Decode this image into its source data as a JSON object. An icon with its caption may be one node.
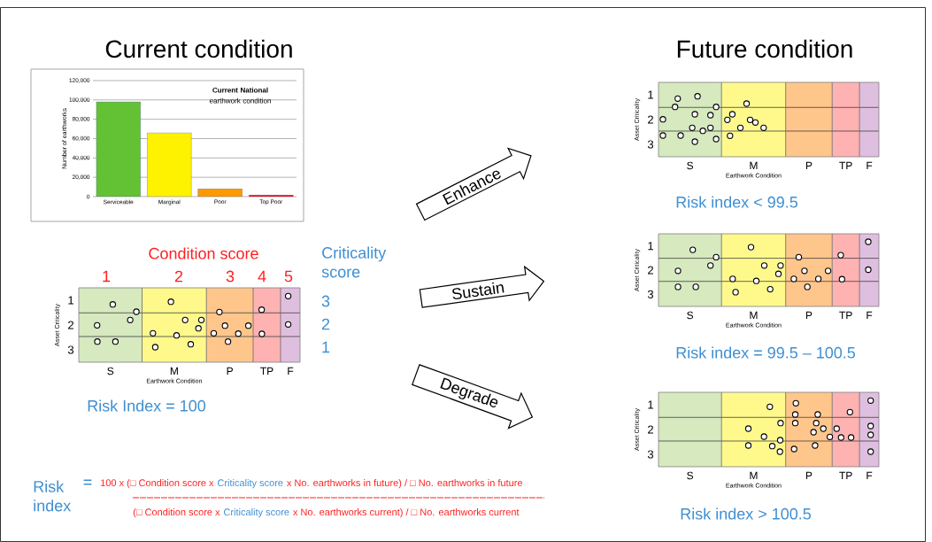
{
  "diagram": {
    "nodes": [
      {
        "text": [
          "Enhance"
        ]
      },
      {
        "text": [
          "Sustain"
        ]
      },
      {
        "text": [
          "Degrade"
        ]
      }
    ],
    "labels": [
      "Current condition",
      "Future condition",
      "Condition score",
      "1",
      "2",
      "3",
      "4",
      "5",
      "Criticality score",
      "3",
      "2",
      "1",
      "1",
      "2",
      "3",
      "Asset Criticality",
      "S",
      "M",
      "P",
      "TP",
      "F",
      "Earthwork Condition",
      "Risk Index = 100",
      "1",
      "2",
      "3",
      "Asset Criticality",
      "S",
      "M",
      "P",
      "TP",
      "F",
      "Earthwork Condition",
      "Risk index < 99.5",
      "1",
      "2",
      "3",
      "Asset Criticality",
      "S",
      "M",
      "P",
      "TP",
      "F",
      "Earthwork Condition",
      "Risk index = 99.5 – 100.5",
      "1",
      "2",
      "3",
      "Asset Criticality",
      "S",
      "M",
      "P",
      "TP",
      "F",
      "Earthwork Condition",
      "Risk index > 100.5",
      "Risk index",
      "=",
      "100 x (□ Condition score x",
      "Criticality score",
      "x No. earthworks in future) / □ No. earthworks in future",
      "(□ Condition score x",
      "Criticality score",
      "x No. earthworks current) / □ No. earthworks current"
    ],
    "chart_data": {
      "type": "bar",
      "title": "**Current National** earthwork condition",
      "ylabel": "Number of earthworks",
      "categories": [
        "Serviceable",
        "Marginal",
        "Poor",
        "Top Poor"
      ],
      "values": [
        98000,
        66000,
        8000,
        1500
      ],
      "grid": true,
      "ylim": [
        0,
        120000
      ],
      "yticks": [
        {
          "value": 0,
          "label": "0"
        },
        {
          "value": 20000,
          "label": "20,000"
        },
        {
          "value": 40000,
          "label": "40,000"
        },
        {
          "value": 60000,
          "label": "60,000"
        },
        {
          "value": 80000,
          "label": "80,000"
        },
        {
          "value": 100000,
          "label": "100,000"
        },
        {
          "value": 120000,
          "label": "120,000"
        }
      ]
    }
  }
}
